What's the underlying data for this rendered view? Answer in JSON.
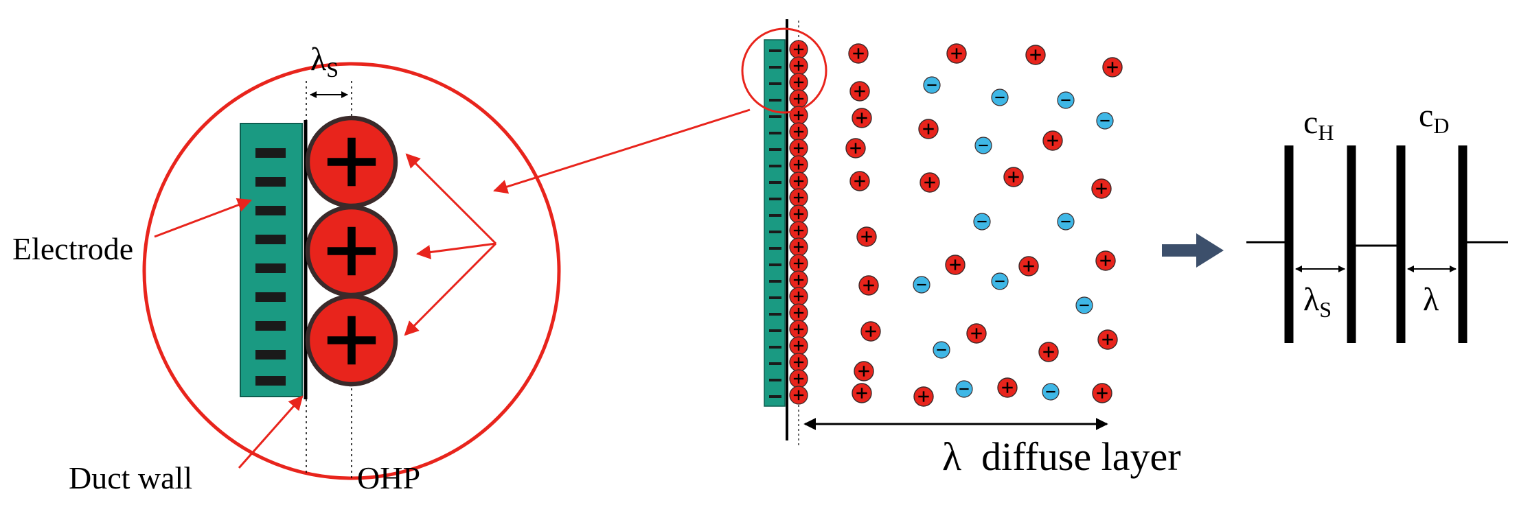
{
  "labels": {
    "electrode": "Electrode",
    "duct_wall": "Duct wall",
    "ohp": "OHP",
    "lambda_s_symbol": "λ",
    "lambda_s_sub": "S",
    "diffuse_layer": "λ  diffuse layer",
    "c_h": "c",
    "c_h_sub": "H",
    "c_d": "c",
    "c_d_sub": "D",
    "cap_lambda_s": "λ",
    "cap_lambda_s_sub": "S",
    "cap_lambda": "λ"
  },
  "colors": {
    "electrode_fill": "#1a9a82",
    "electrode_dash": "#1a1a1a",
    "cation_fill": "#e8241c",
    "anion_fill": "#3fb7e6",
    "highlight_red": "#e8241c",
    "arrow_blue": "#3c4f6b",
    "line_black": "#000000"
  },
  "icons": {
    "cation": "plus-ion-icon",
    "anion": "minus-ion-icon",
    "transform_arrow": "block-arrow-right-icon"
  }
}
